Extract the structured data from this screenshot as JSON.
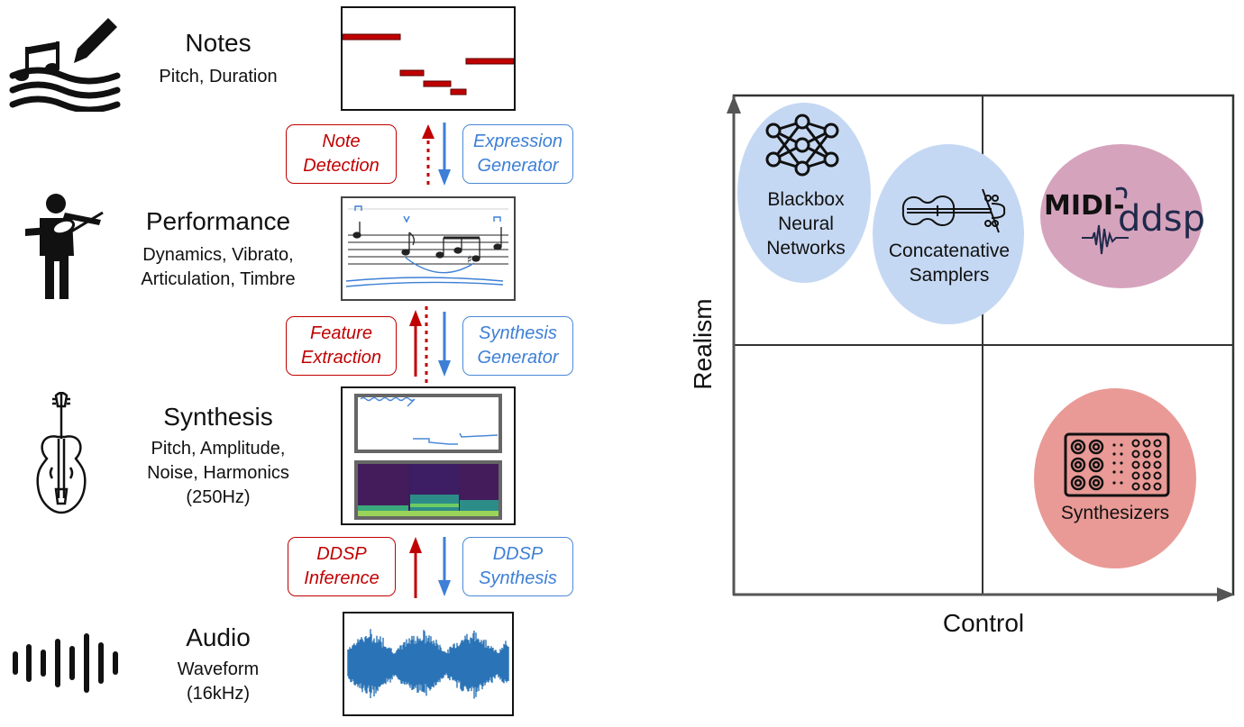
{
  "layers": {
    "notes": {
      "title": "Notes",
      "subtitle": "Pitch, Duration"
    },
    "performance": {
      "title": "Performance",
      "subtitle_line1": "Dynamics, Vibrato,",
      "subtitle_line2": "Articulation, Timbre"
    },
    "synthesis": {
      "title": "Synthesis",
      "subtitle_line1": "Pitch, Amplitude,",
      "subtitle_line2": "Noise, Harmonics",
      "subtitle_line3": "(250Hz)"
    },
    "audio": {
      "title": "Audio",
      "subtitle_line1": "Waveform",
      "subtitle_line2": "(16kHz)"
    }
  },
  "transitions": {
    "up": [
      {
        "line1": "Note",
        "line2": "Detection"
      },
      {
        "line1": "Feature",
        "line2": "Extraction"
      },
      {
        "line1": "DDSP",
        "line2": "Inference"
      }
    ],
    "down": [
      {
        "line1": "Expression",
        "line2": "Generator"
      },
      {
        "line1": "Synthesis",
        "line2": "Generator"
      },
      {
        "line1": "DDSP",
        "line2": "Synthesis"
      }
    ]
  },
  "quadrant": {
    "x_axis_label": "Control",
    "y_axis_label": "Realism",
    "items": [
      {
        "line1": "Blackbox",
        "line2": "Neural",
        "line3": "Networks"
      },
      {
        "line1": "Concatenative",
        "line2": "Samplers"
      },
      {
        "logo_text": "MIDI-ddsp"
      },
      {
        "line1": "Synthesizers"
      }
    ]
  },
  "colors": {
    "up_arrow": "#c00000",
    "down_arrow": "#3d7fd6",
    "neural_bubble": "#c5d8f3",
    "sampler_bubble": "#c5d8f3",
    "midi_bubble": "#d6a3bd",
    "synth_bubble": "#e99a96",
    "waveform": "#2a73b6"
  },
  "icons": [
    "music-notes-icon",
    "violinist-icon",
    "violin-icon",
    "sound-bars-icon",
    "neural-network-icon",
    "violin-sampler-icon",
    "synth-knobs-icon"
  ]
}
